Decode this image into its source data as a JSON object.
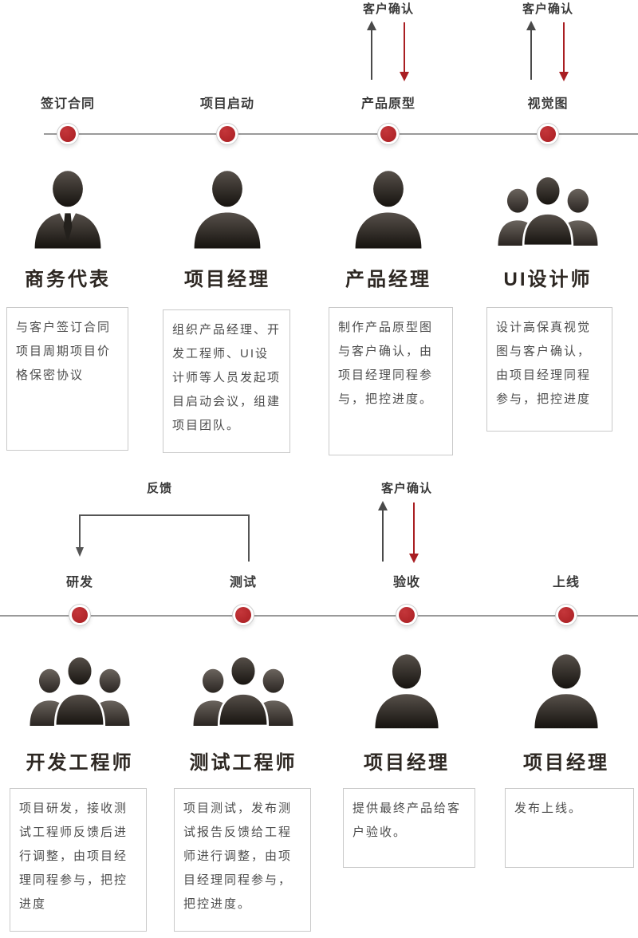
{
  "colors": {
    "accent": "#a91e22",
    "line": "#9a9a9a",
    "arrow": "#4a4a4a",
    "text": "#4c4c4c",
    "title": "#2d2722"
  },
  "annotations": {
    "customer_confirm": "客户确认",
    "feedback": "反馈"
  },
  "top_row": {
    "stages": [
      {
        "label": "签订合同",
        "role": "商务代表",
        "icon": "person-tie-icon",
        "desc": "与客户签订合同项目周期项目价格保密协议"
      },
      {
        "label": "项目启动",
        "role": "项目经理",
        "icon": "person-icon",
        "desc": "组织产品经理、开发工程师、UI设计师等人员发起项目启动会议，组建项目团队。"
      },
      {
        "label": "产品原型",
        "role": "产品经理",
        "icon": "person-icon",
        "desc": "制作产品原型图与客户确认，由项目经理同程参与，把控进度。",
        "annotation": "客户确认"
      },
      {
        "label": "视觉图",
        "role": "UI设计师",
        "icon": "people-group-icon",
        "desc": "设计高保真视觉图与客户确认，由项目经理同程参与，把控进度",
        "annotation": "客户确认"
      }
    ]
  },
  "bottom_row": {
    "stages": [
      {
        "label": "研发",
        "role": "开发工程师",
        "icon": "people-group-icon",
        "desc": "项目研发，接收测试工程师反馈后进行调整，由项目经理同程参与，把控进度"
      },
      {
        "label": "测试",
        "role": "测试工程师",
        "icon": "people-group-icon",
        "desc": "项目测试，发布测试报告反馈给工程师进行调整，由项目经理同程参与，把控进度。"
      },
      {
        "label": "验收",
        "role": "项目经理",
        "icon": "person-icon",
        "desc": "提供最终产品给客户验收。",
        "annotation": "客户确认"
      },
      {
        "label": "上线",
        "role": "项目经理",
        "icon": "person-icon",
        "desc": "发布上线。"
      }
    ]
  }
}
